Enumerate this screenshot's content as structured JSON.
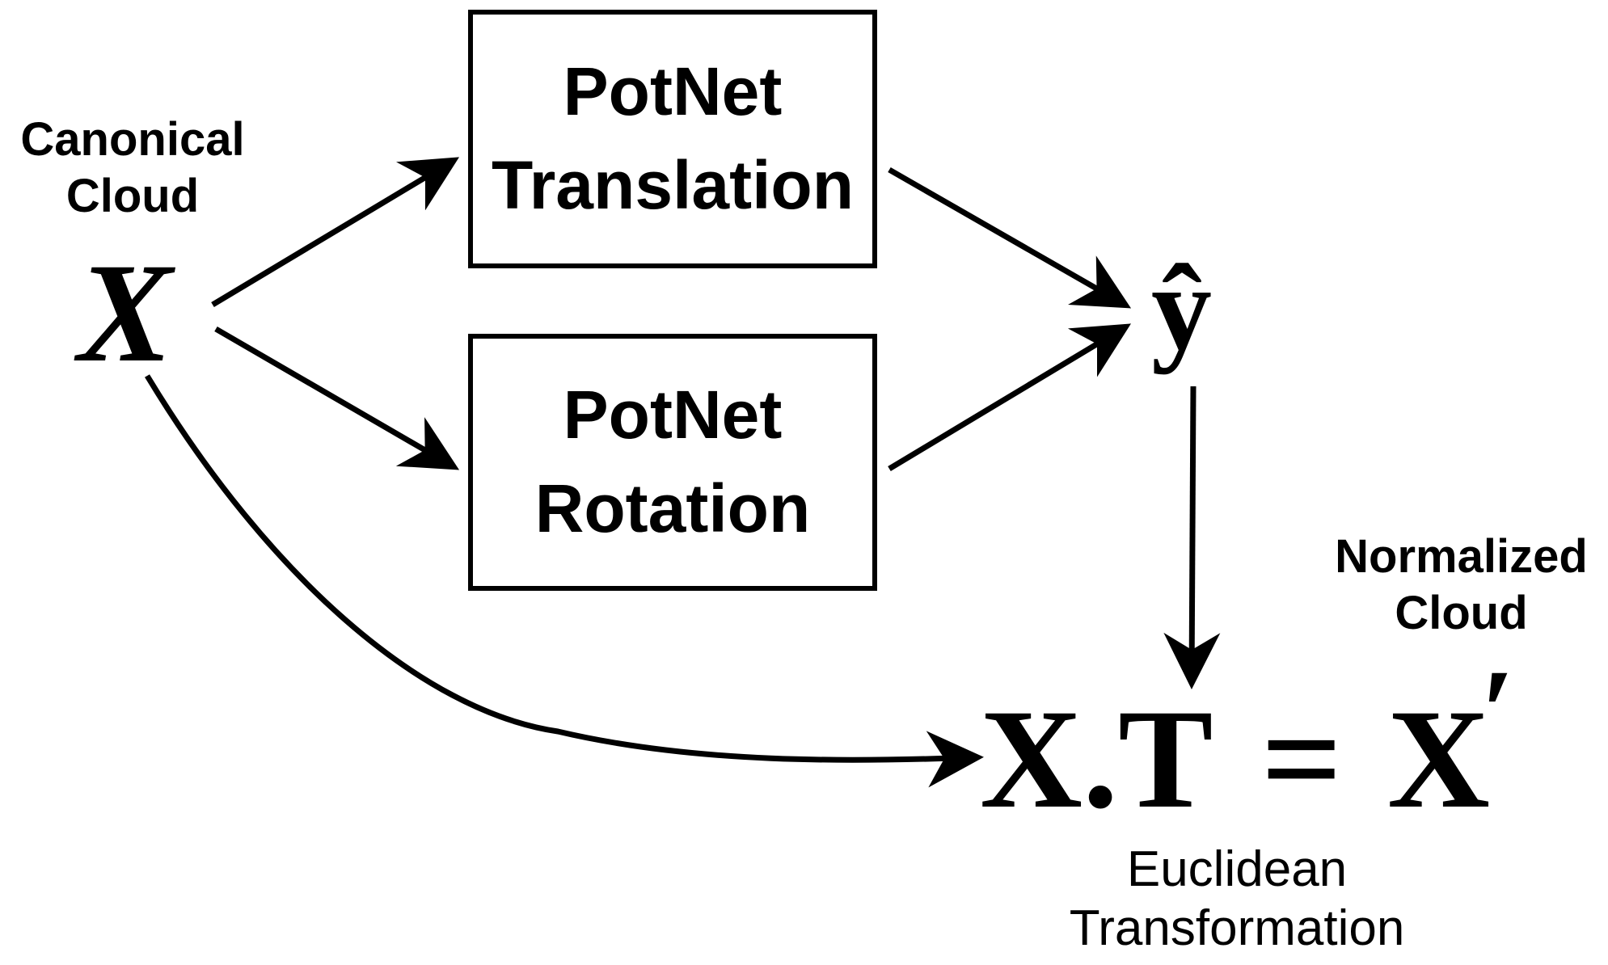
{
  "input": {
    "caption_line1": "Canonical",
    "caption_line2": "Cloud",
    "symbol": "X"
  },
  "boxes": {
    "translation": {
      "line1": "PotNet",
      "line2": "Translation"
    },
    "rotation": {
      "line1": "PotNet",
      "line2": "Rotation"
    }
  },
  "prediction": {
    "symbol": "ŷ"
  },
  "equation": {
    "lhs": "X.T",
    "equals": "=",
    "rhs": "X",
    "prime": "′",
    "caption_line1": "Euclidean",
    "caption_line2": "Transformation"
  },
  "output": {
    "caption_line1": "Normalized",
    "caption_line2": "Cloud"
  },
  "colors": {
    "ink": "#000000",
    "background": "#ffffff"
  }
}
